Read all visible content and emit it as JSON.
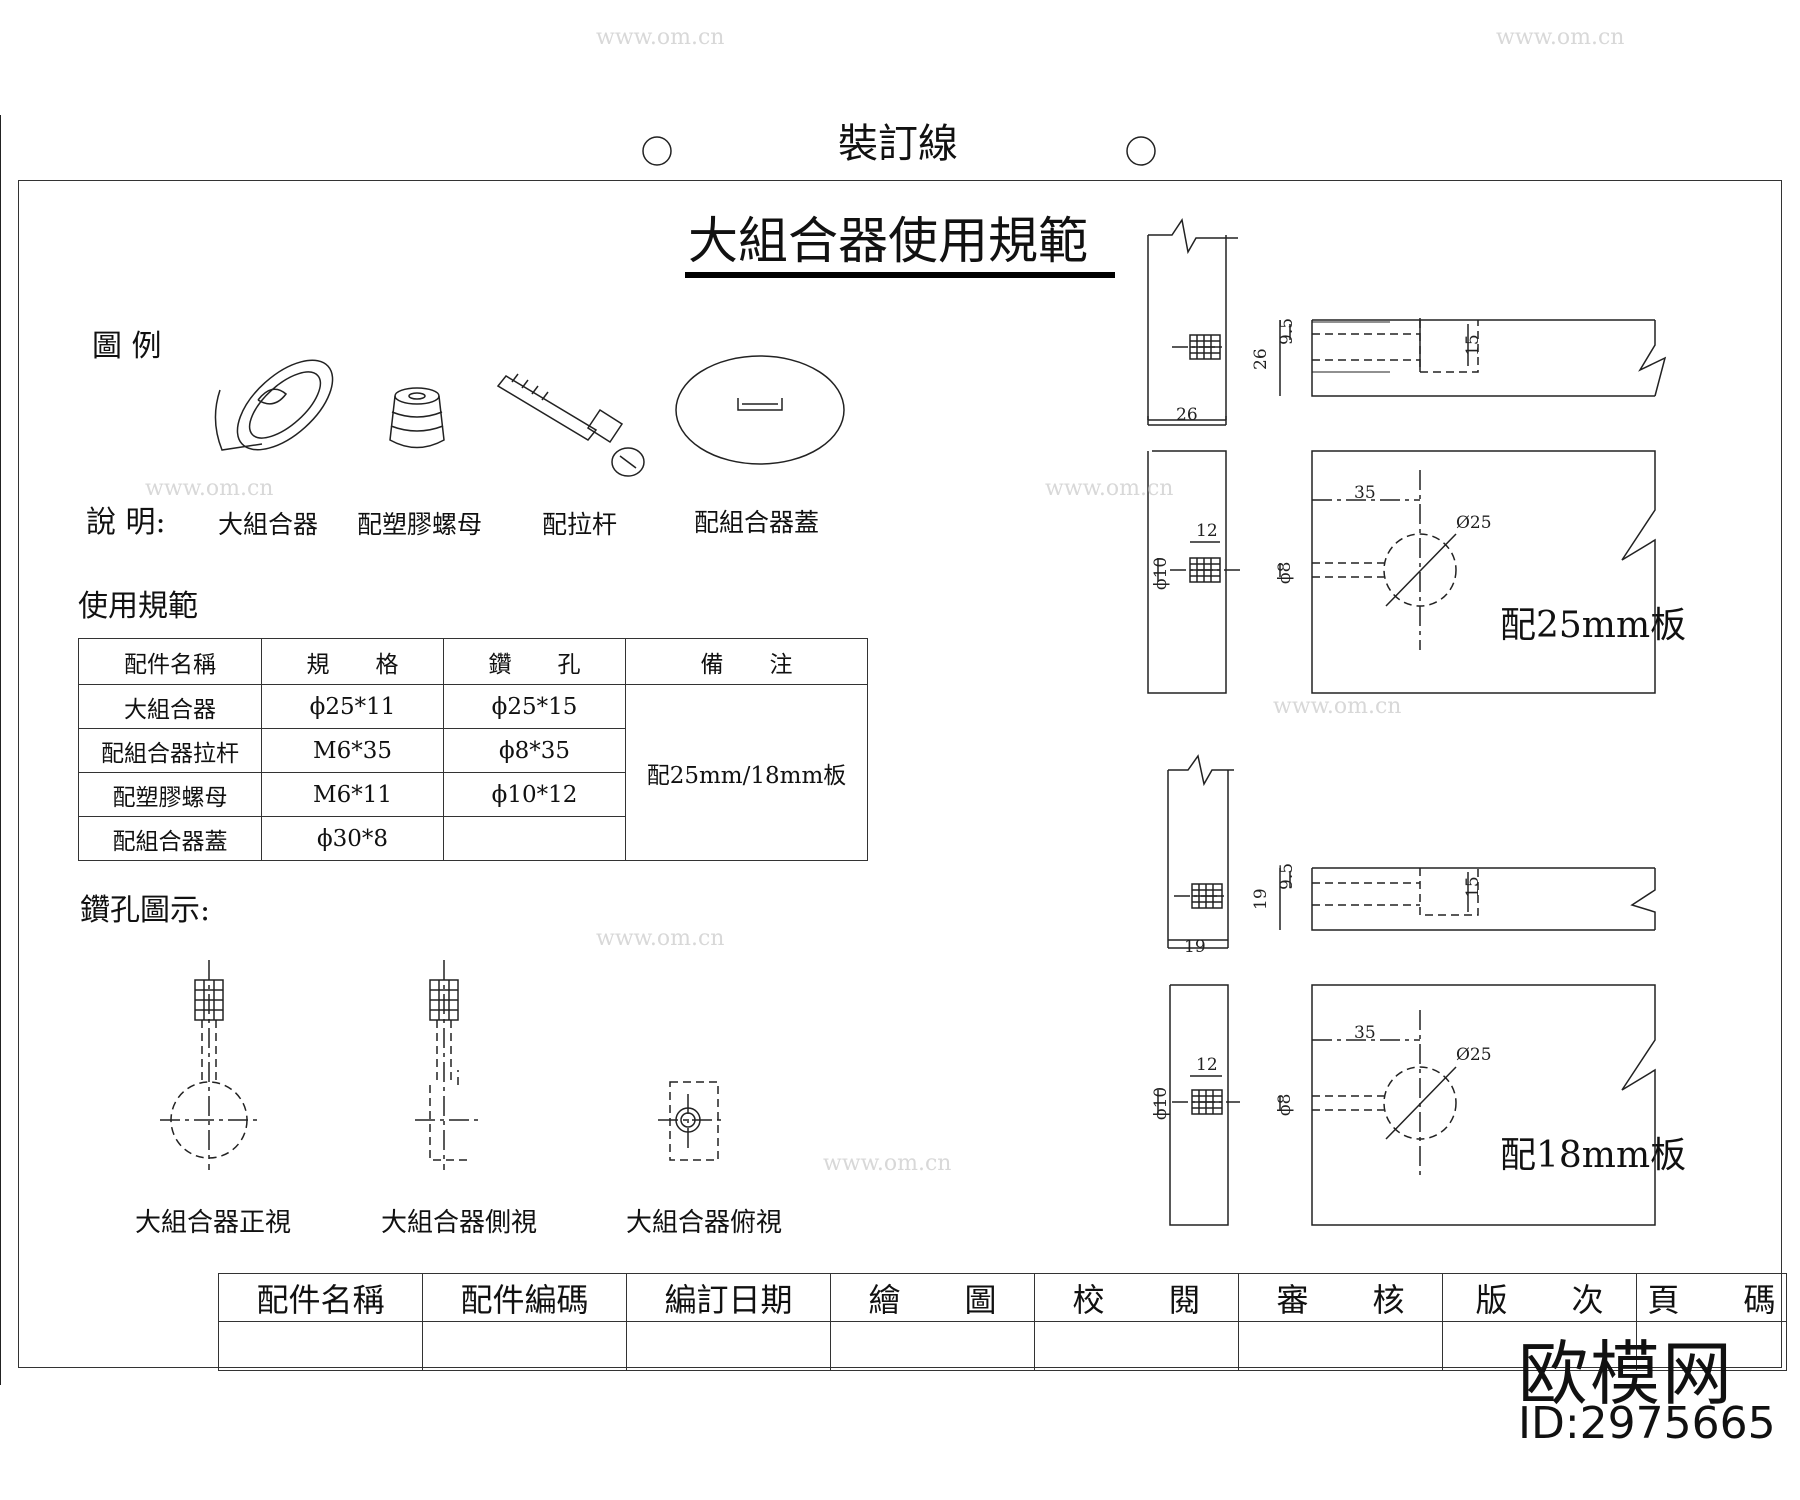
{
  "header": {
    "binding_line": "裝訂線",
    "title": "大組合器使用規範"
  },
  "legend": {
    "heading": "圖 例",
    "desc_label": "說 明:",
    "items": [
      "大組合器",
      "配塑膠螺母",
      "配拉杆",
      "配組合器蓋"
    ]
  },
  "usage": {
    "heading": "使用規範",
    "columns": [
      "配件名稱",
      "規　　格",
      "鑽　　孔",
      "備　　注"
    ],
    "rows": [
      [
        "大組合器",
        "ϕ25*11",
        "ϕ25*15"
      ],
      [
        "配組合器拉杆",
        "M6*35",
        "ϕ8*35"
      ],
      [
        "配塑膠螺母",
        "M6*11",
        "ϕ10*12"
      ],
      [
        "配組合器蓋",
        "ϕ30*8",
        ""
      ]
    ],
    "remark": "配25mm/18mm板"
  },
  "drilling": {
    "heading": "鑽孔圖示:",
    "captions": [
      "大組合器正視",
      "大組合器側視",
      "大組合器俯視"
    ]
  },
  "details": {
    "board25": {
      "label": "配25mm板",
      "dims": {
        "a": "9.5",
        "b": "15",
        "c": "26",
        "d": "26",
        "e": "12",
        "f": "ϕ10",
        "g": "ϕ8",
        "h": "35",
        "i": "Ø25"
      }
    },
    "board18": {
      "label": "配18mm板",
      "dims": {
        "a": "9.5",
        "b": "15",
        "c": "19",
        "d": "19",
        "e": "12",
        "f": "ϕ10",
        "g": "ϕ8",
        "h": "35",
        "i": "Ø25"
      }
    }
  },
  "footer": {
    "columns": [
      "配件名稱",
      "配件編碼",
      "編訂日期",
      "繪　　圖",
      "校　　閱",
      "審　　核",
      "版　　次",
      "頁　　碼"
    ]
  },
  "watermark": {
    "logo": "欧模网",
    "id": "ID:2975665",
    "site": "www.om.cn"
  }
}
